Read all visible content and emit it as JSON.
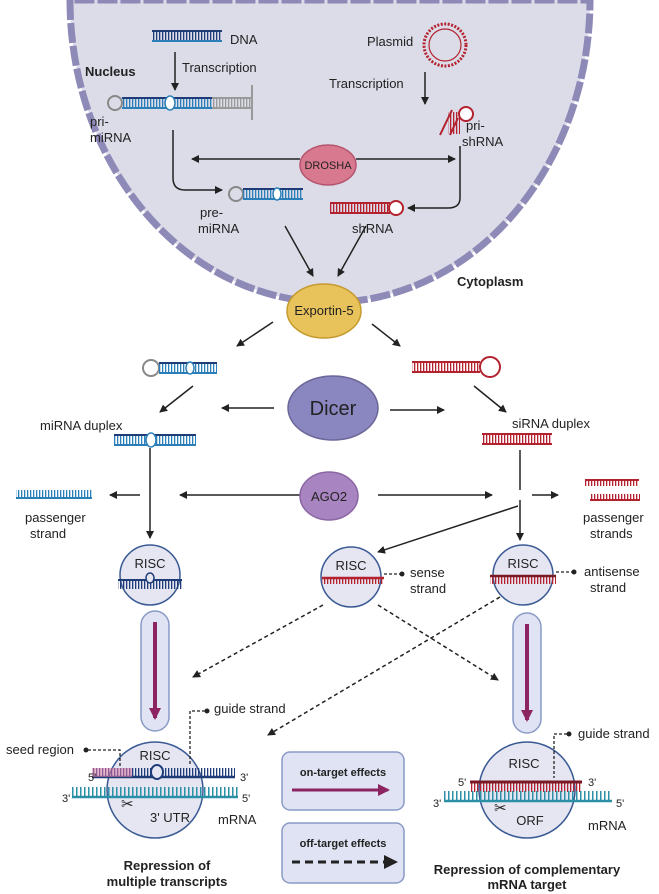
{
  "labels": {
    "dna": "DNA",
    "plasmid": "Plasmid",
    "nucleus": "Nucleus",
    "transcription_left": "Transcription",
    "transcription_right": "Transcription",
    "pri_mirna_1": "pri-",
    "pri_mirna_2": "miRNA",
    "pri_shrna_1": "pri-",
    "pri_shrna_2": "shRNA",
    "drosha": "DROSHA",
    "pre_mirna_1": "pre-",
    "pre_mirna_2": "miRNA",
    "shrna": "shRNA",
    "cytoplasm": "Cytoplasm",
    "exportin": "Exportin-5",
    "dicer": "Dicer",
    "mirna_duplex": "miRNA duplex",
    "sirna_duplex": "siRNA duplex",
    "ago2": "AGO2",
    "passenger_strand_1": "passenger",
    "passenger_strand_2": "strand",
    "passenger_strands_1": "passenger",
    "passenger_strands_2": "strands",
    "risc": "RISC",
    "sense_1": "sense",
    "sense_2": "strand",
    "antisense_1": "antisense",
    "antisense_2": "strand",
    "guide_strand": "guide strand",
    "seed_region": "seed  region",
    "five_prime": "5'",
    "three_prime": "3'",
    "utr": "3' UTR",
    "orf": "ORF",
    "mrna": "mRNA",
    "on_target": "on-target effects",
    "off_target": "off-target effects",
    "repression_left_1": "Repression of",
    "repression_left_2": "multiple transcripts",
    "repression_right_1": "Repression of complementary",
    "repression_right_2": "mRNA target"
  },
  "colors": {
    "nucleus_fill": "#dcdce9",
    "nucleus_border": "#8e8ab8",
    "mirna_blue": "#2a7fb8",
    "mirna_dark": "#1d3c78",
    "shrna_red": "#b3222e",
    "drosha_fill": "#d9798f",
    "exportin_fill": "#e8c25a",
    "dicer_fill": "#8a86bf",
    "ago2_fill": "#a884c0",
    "risc_fill": "#e6e6f2",
    "arrow_purple": "#8b2460",
    "panel_fill": "#dfe3f3",
    "seed_pink": "#e07aa8",
    "mrna_teal": "#2b8fa6"
  }
}
